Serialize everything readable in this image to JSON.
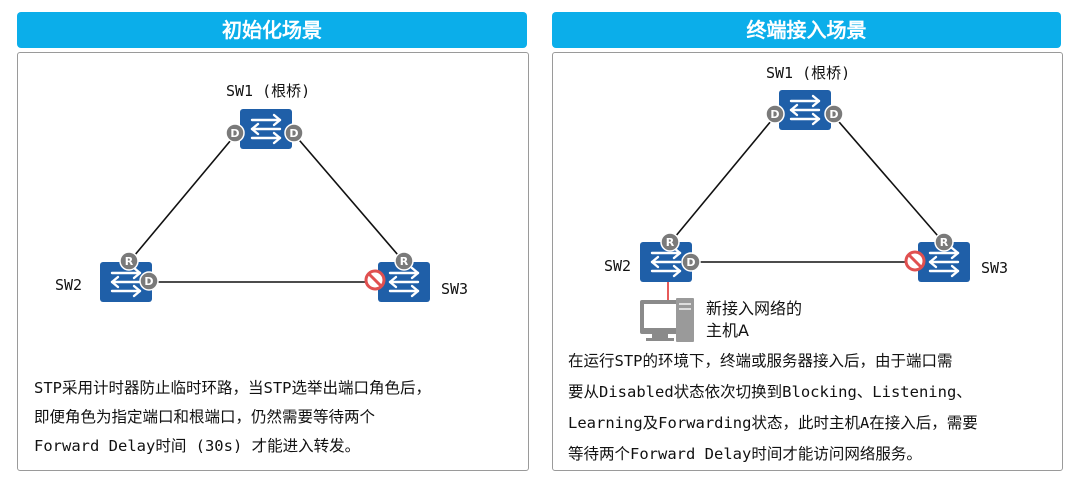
{
  "left": {
    "header": "初始化场景",
    "sw1": "SW1 (根桥)",
    "sw2": "SW2",
    "sw3": "SW3",
    "port_designated": "D",
    "port_root": "R",
    "caption_lines": [
      "STP采用计时器防止临时环路，当STP选举出端口角色后，",
      "即便角色为指定端口和根端口，仍然需要等待两个",
      "Forward Delay时间 (30s) 才能进入转发。"
    ]
  },
  "right": {
    "header": "终端接入场景",
    "sw1": "SW1 (根桥)",
    "sw2": "SW2",
    "sw3": "SW3",
    "port_designated": "D",
    "port_root": "R",
    "host_label_line1": "新接入网络的",
    "host_label_line2": "主机A",
    "caption_lines": [
      "在运行STP的环境下，终端或服务器接入后，由于端口需",
      "要从Disabled状态依次切换到Blocking、Listening、",
      "Learning及Forwarding状态，此时主机A在接入后，需要",
      "等待两个Forward Delay时间才能访问网络服务。"
    ]
  },
  "colors": {
    "header_bg": "#0baeea",
    "switch_blue": "#1f5fa8",
    "port_gray": "#7a7a7a",
    "blocked_red": "#e05050",
    "host_link_red": "#e03030"
  }
}
